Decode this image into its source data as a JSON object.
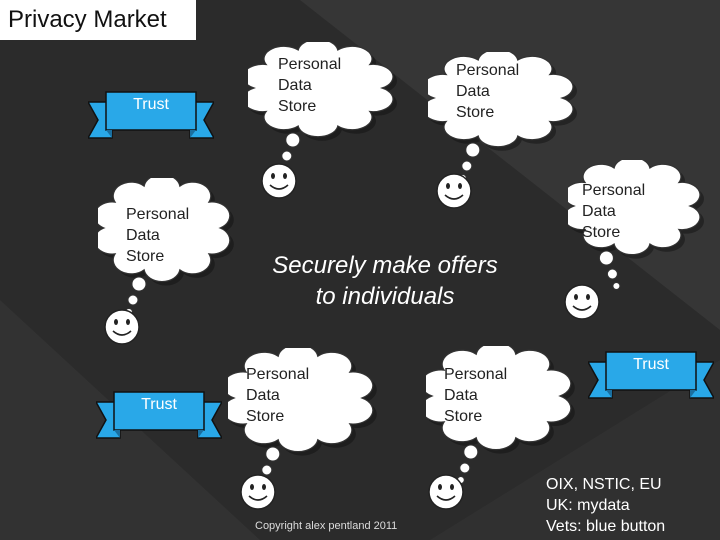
{
  "title": "Privacy Market",
  "store_label": "Personal\nData\nStore",
  "trust_label": "Trust",
  "center_text": "Securely make offers\nto individuals",
  "copyright": "Copyright alex pentland 2011",
  "note_lines": [
    "OIX, NSTIC, EU",
    "UK: mydata",
    "Vets: blue button"
  ],
  "colors": {
    "background": "#2b2b2b",
    "ribbon": "#29a8e8",
    "bubble": "#ffffff",
    "text_light": "#ffffff"
  }
}
